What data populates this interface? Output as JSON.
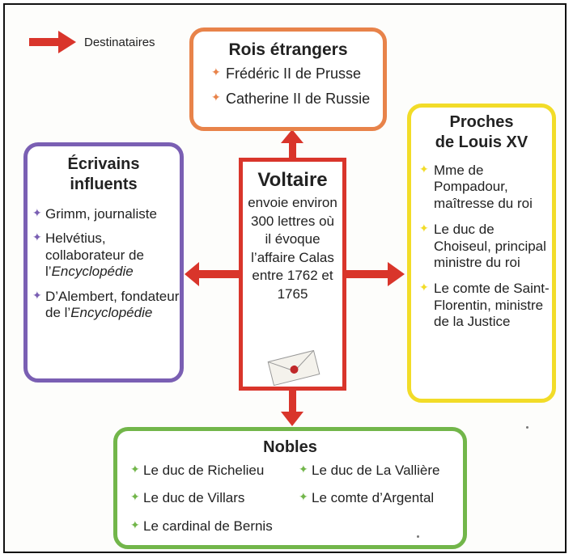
{
  "legend": {
    "label": "Destinataires"
  },
  "rois": {
    "title": "Rois étrangers",
    "items": [
      "Frédéric II de Prusse",
      "Catherine II de Russie"
    ]
  },
  "ecrivains": {
    "title_line1": "Écrivains",
    "title_line2": "influents",
    "items": [
      {
        "text": "Grimm, journaliste"
      },
      {
        "text": "Helvétius, collaborateur de l’",
        "italic": "Encyclopédie"
      },
      {
        "text": "D’Alembert, fondateur de l’",
        "italic": "Encyclopédie"
      }
    ]
  },
  "voltaire": {
    "title": "Voltaire",
    "body": "envoie environ 300 lettres où il évoque l’affaire Calas entre 1762 et 1765"
  },
  "proches": {
    "title_line1": "Proches",
    "title_line2": "de Louis XV",
    "items": [
      "Mme de Pompadour, maîtresse du roi",
      "Le duc de Choiseul, principal ministre du roi",
      "Le comte de Saint-Florentin, ministre de la Justice"
    ]
  },
  "nobles": {
    "title": "Nobles",
    "items_col1": [
      "Le duc de Richelieu",
      "Le duc de Villars",
      "Le cardinal de Bernis"
    ],
    "items_col2": [
      "Le duc de La Vallière",
      "Le comte d’Argental"
    ]
  },
  "icons": {
    "bullet_glyph": "✦",
    "envelope": "envelope-icon"
  },
  "colors": {
    "arrow": "#d9352b",
    "rois": "#e8834a",
    "ecrivains": "#7a5fb3",
    "proches": "#f2dc28",
    "nobles": "#72b64a"
  }
}
